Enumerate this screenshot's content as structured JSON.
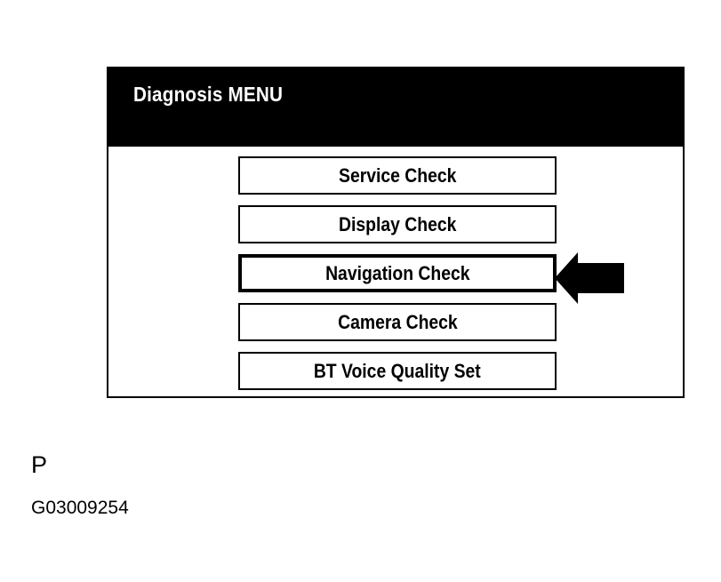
{
  "screen": {
    "title": "Diagnosis MENU"
  },
  "menu": {
    "items": [
      {
        "label": "Service Check"
      },
      {
        "label": "Display Check"
      },
      {
        "label": "Navigation Check",
        "selected": true
      },
      {
        "label": "Camera Check"
      },
      {
        "label": "BT Voice Quality Set"
      }
    ]
  },
  "indicator": {
    "icon": "left-arrow-icon",
    "points_to": "Navigation Check"
  },
  "figure": {
    "letter": "P",
    "code": "G03009254"
  }
}
